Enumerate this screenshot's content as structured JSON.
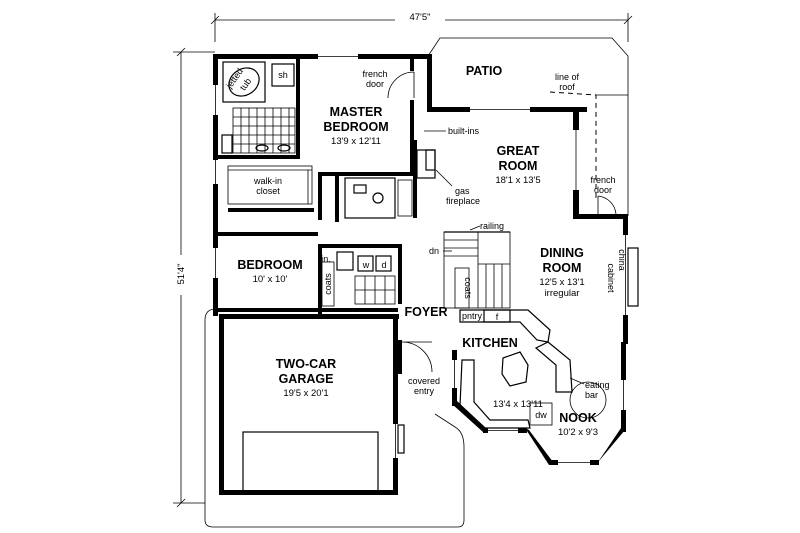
{
  "dimensions": {
    "overall_width": "47'5\"",
    "overall_depth": "51'4\""
  },
  "rooms": {
    "patio": {
      "name": "PATIO"
    },
    "master_bedroom": {
      "name_line1": "MASTER",
      "name_line2": "BEDROOM",
      "size": "13'9 x 12'11"
    },
    "great_room": {
      "name_line1": "GREAT",
      "name_line2": "ROOM",
      "size": "18'1 x 13'5"
    },
    "bedroom": {
      "name": "BEDROOM",
      "size": "10' x 10'"
    },
    "dining_room": {
      "name_line1": "DINING",
      "name_line2": "ROOM",
      "size": "12'5 x 13'1",
      "note": "irregular"
    },
    "foyer": {
      "name": "FOYER"
    },
    "kitchen": {
      "name": "KITCHEN",
      "size": "13'4 x 13'11"
    },
    "garage": {
      "name_line1": "TWO-CAR",
      "name_line2": "GARAGE",
      "size": "19'5 x 20'1"
    },
    "nook": {
      "name": "NOOK",
      "size": "10'2 x 9'3"
    }
  },
  "labels": {
    "french_door_master_l1": "french",
    "french_door_master_l2": "door",
    "french_door_great_l1": "french",
    "french_door_great_l2": "door",
    "line_of_roof_l1": "line of",
    "line_of_roof_l2": "roof",
    "built_ins": "built-ins",
    "gas_fireplace_l1": "gas",
    "gas_fireplace_l2": "fireplace",
    "walk_in_closet_l1": "walk-in",
    "walk_in_closet_l2": "closet",
    "jetted_tub_l1": "jetted",
    "jetted_tub_l2": "tub",
    "shower": "sh",
    "railing": "railing",
    "down": "dn",
    "linen": "lin.",
    "washer": "w",
    "dryer": "d",
    "coats_hall": "coats",
    "coats_foyer": "coats",
    "china_cabinet_l1": "china",
    "china_cabinet_l2": "cabinet",
    "pantry": "pntry",
    "fridge": "f",
    "eating_bar_l1": "eating",
    "eating_bar_l2": "bar",
    "dishwasher": "dw",
    "covered_entry_l1": "covered",
    "covered_entry_l2": "entry"
  }
}
